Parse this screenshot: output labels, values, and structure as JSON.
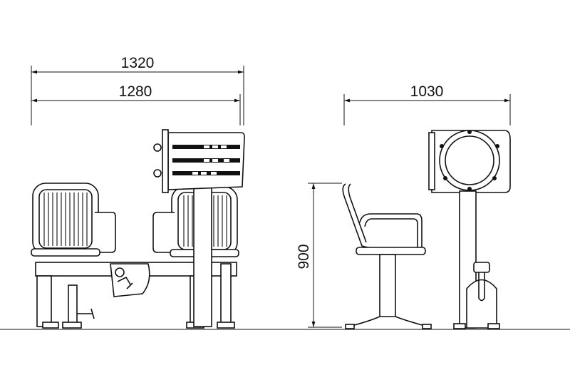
{
  "dimensions": {
    "overall_width": "1320",
    "seat_width": "1280",
    "side_depth": "1030",
    "height": "900"
  },
  "colors": {
    "line": "#111111",
    "background": "#ffffff"
  }
}
